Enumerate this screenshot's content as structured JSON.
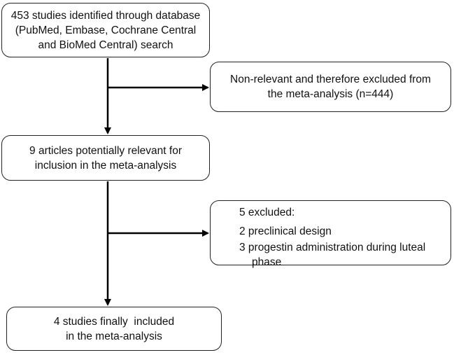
{
  "boxes": {
    "identified": {
      "lines": [
        "453 studies identified through database",
        "(PubMed, Embase, Cochrane Central",
        "and BioMed Central) search"
      ]
    },
    "nonrelevant": {
      "lines": [
        "Non-relevant and therefore excluded from",
        "the meta-analysis (n=444)"
      ]
    },
    "potential": {
      "lines": [
        "9 articles potentially relevant for",
        "inclusion in the meta-analysis"
      ]
    },
    "excluded": {
      "heading": "5 excluded:",
      "items": [
        "2 preclinical design",
        "3 progestin administration during luteal"
      ],
      "continuation": "phase"
    },
    "included": {
      "lines": [
        "4 studies finally  included",
        "in the meta-analysis"
      ]
    }
  },
  "colors": {
    "line": "#000000",
    "border": "#222222",
    "background": "#ffffff",
    "text": "#111111"
  }
}
